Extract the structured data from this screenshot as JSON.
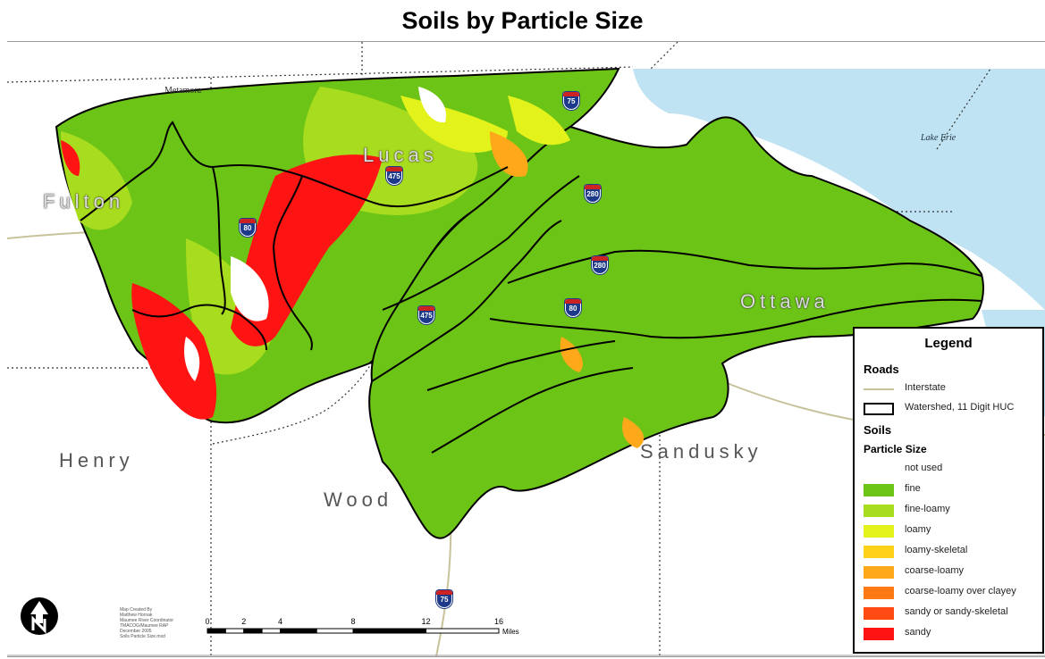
{
  "title": "Soils by Particle Size",
  "counties": {
    "fulton": "Fulton",
    "lucas": "Lucas",
    "ottawa": "Ottawa",
    "henry": "Henry",
    "wood": "Wood",
    "sandusky": "Sandusky"
  },
  "town": "Metamora",
  "lake": "Lake Erie",
  "interstates": [
    "75",
    "475",
    "280",
    "80",
    "280",
    "80",
    "475",
    "75"
  ],
  "legend": {
    "title": "Legend",
    "roads_heading": "Roads",
    "interstate_label": "Interstate",
    "watershed_label": "Watershed, 11 Digit HUC",
    "soils_heading": "Soils",
    "particle_heading": "Particle Size",
    "classes": [
      {
        "label": "not used",
        "color": "#ffffff"
      },
      {
        "label": "fine",
        "color": "#6cc417"
      },
      {
        "label": "fine-loamy",
        "color": "#a8dc1e"
      },
      {
        "label": "loamy",
        "color": "#e2f21a"
      },
      {
        "label": "loamy-skeletal",
        "color": "#ffd21a"
      },
      {
        "label": "coarse-loamy",
        "color": "#ffa81a"
      },
      {
        "label": "coarse-loamy over clayey",
        "color": "#ff7a14"
      },
      {
        "label": "sandy or sandy-skeletal",
        "color": "#ff4a14"
      },
      {
        "label": "sandy",
        "color": "#ff1414"
      }
    ]
  },
  "scale": {
    "ticks": [
      "0",
      "2",
      "4",
      "8",
      "12",
      "16"
    ],
    "unit": "Miles"
  },
  "credits": [
    "Map Created By",
    "Matthew Hornak",
    "Maumee River Coordinator",
    "TMACOG/Maumee RAP",
    "December 2005",
    "Soils Particle Size.mxd"
  ],
  "colors": {
    "water": "#bfe3f2",
    "road": "#c8c29a",
    "boundary": "#000000"
  }
}
